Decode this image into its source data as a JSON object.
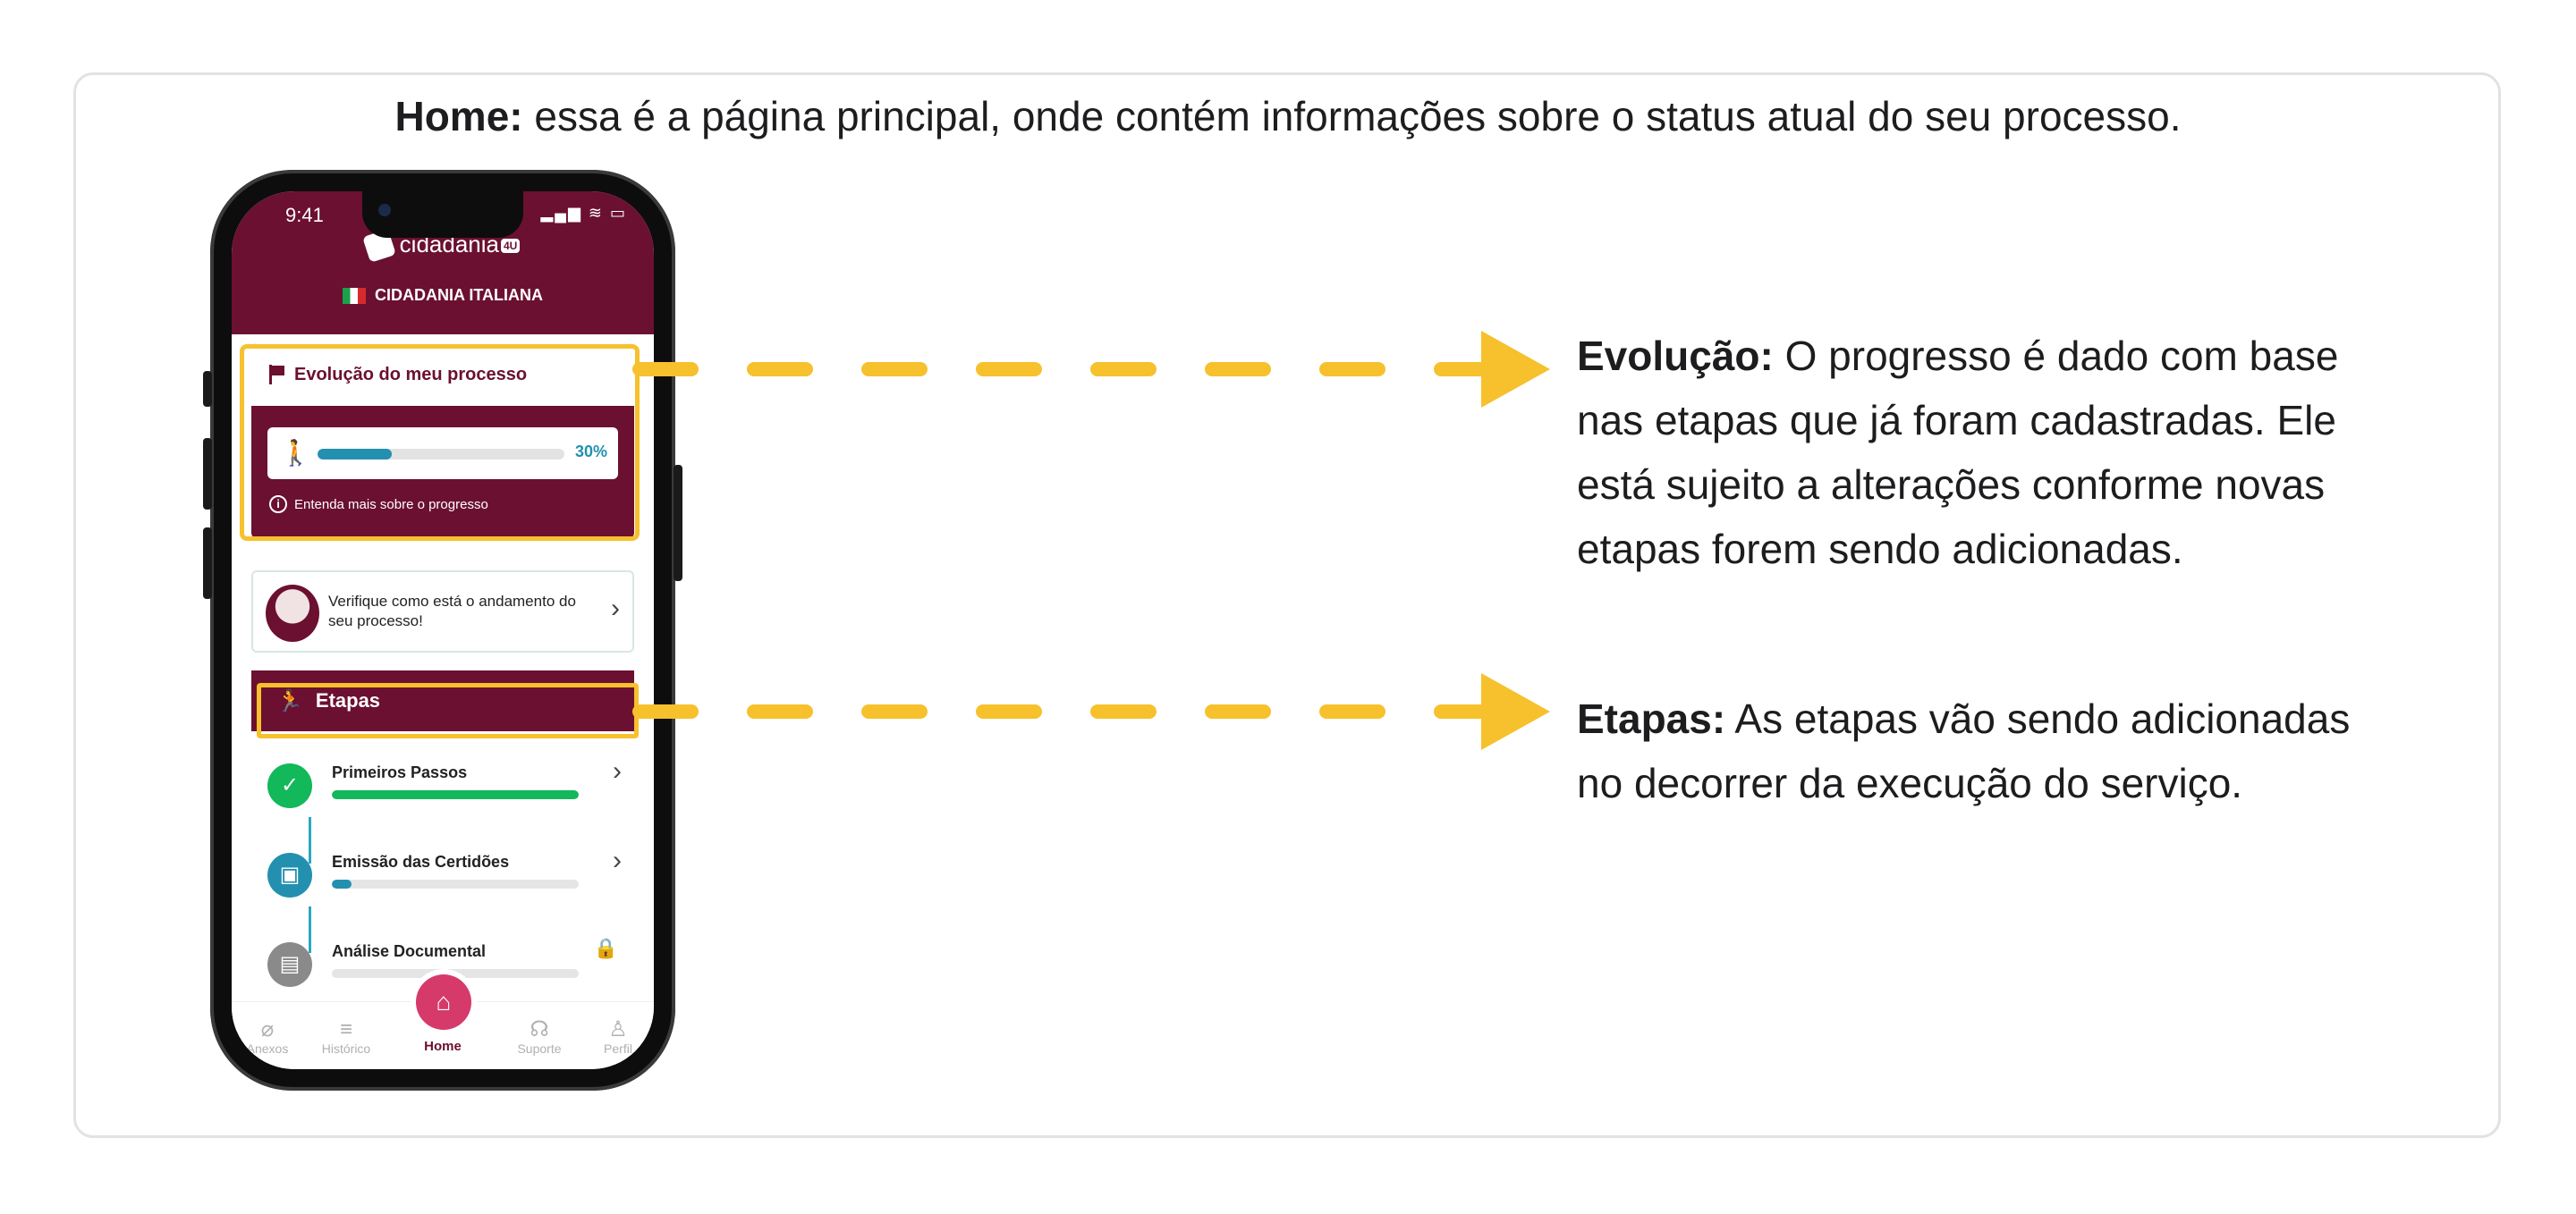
{
  "headline": {
    "bold": "Home:",
    "text": " essa é a página principal, onde contém informações sobre o status atual do seu processo."
  },
  "phone": {
    "time": "9:41",
    "status_icons": "▂▄▆ ≋ ▭",
    "app_name": "cidadania",
    "app_badge": "4U",
    "country": "CIDADANIA ITALIANA",
    "evolution": {
      "title": "Evolução do meu processo",
      "progress_pct": 30,
      "progress_label": "30%",
      "info": "Entenda mais sobre o progresso"
    },
    "assistant": {
      "text": "Verifique como está o andamento do seu processo!"
    },
    "etapas": {
      "title": "Etapas",
      "steps": [
        {
          "title": "Primeiros Passos",
          "progress": 100,
          "color": "#12b85a",
          "icon": "check-icon"
        },
        {
          "title": "Emissão das Certidões",
          "progress": 8,
          "color": "#2390b0",
          "icon": "briefcase-icon"
        },
        {
          "title": "Análise Documental",
          "progress": 0,
          "color": "#8a8a8a",
          "icon": "document-icon"
        }
      ]
    },
    "tabs": [
      "Anexos",
      "Histórico",
      "Home",
      "Suporte",
      "Perfil"
    ]
  },
  "annotations": {
    "evolucao": {
      "bold": "Evolução:",
      "text": " O progresso é dado com base nas etapas que já foram cadastradas. Ele está sujeito a alterações conforme novas etapas forem sendo adicionadas."
    },
    "etapas": {
      "bold": "Etapas:",
      "text": " As etapas vão sendo adicionadas no decorrer da execução do serviço."
    }
  },
  "colors": {
    "brand": "#6b1030",
    "highlight": "#f6c12c",
    "progress": "#2390b0",
    "done": "#12b85a"
  }
}
